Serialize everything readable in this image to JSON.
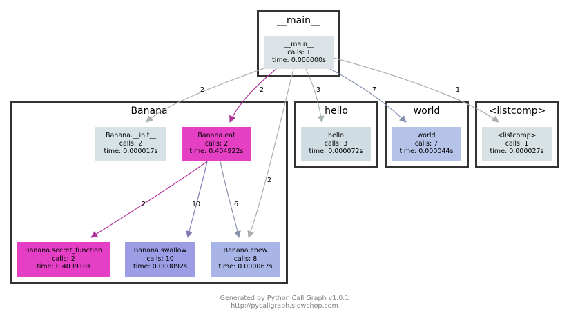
{
  "clusters": {
    "main": {
      "title": "__main__"
    },
    "banana": {
      "title": "Banana"
    },
    "hello": {
      "title": "hello"
    },
    "world": {
      "title": "world"
    },
    "listcomp": {
      "title": "<listcomp>"
    }
  },
  "nodes": {
    "main": {
      "name": "__main__",
      "calls": "calls: 1",
      "time": "time: 0.000000s",
      "color": "#dbe3e6"
    },
    "banana_init": {
      "name": "Banana.__init__",
      "calls": "calls: 2",
      "time": "time: 0.000017s",
      "color": "#d6e2e6"
    },
    "banana_eat": {
      "name": "Banana.eat",
      "calls": "calls: 2",
      "time": "time: 0.404922s",
      "color": "#e53fc4"
    },
    "hello": {
      "name": "hello",
      "calls": "calls: 3",
      "time": "time: 0.000072s",
      "color": "#cfdde3"
    },
    "world": {
      "name": "world",
      "calls": "calls: 7",
      "time": "time: 0.000044s",
      "color": "#b5c3e8"
    },
    "listcomp": {
      "name": "<listcomp>",
      "calls": "calls: 1",
      "time": "time: 0.000027s",
      "color": "#d8e1e4"
    },
    "banana_secret": {
      "name": "Banana.secret_function",
      "calls": "calls: 2",
      "time": "time: 0.403918s",
      "color": "#e53fc6"
    },
    "banana_swallow": {
      "name": "Banana.swallow",
      "calls": "calls: 10",
      "time": "time: 0.000092s",
      "color": "#9d9de6"
    },
    "banana_chew": {
      "name": "Banana.chew",
      "calls": "calls: 8",
      "time": "time: 0.000067s",
      "color": "#a9b5e6"
    }
  },
  "edges": [
    {
      "from": "main",
      "to": "banana_init",
      "label": "2",
      "color": "#a9afb2"
    },
    {
      "from": "main",
      "to": "banana_eat",
      "label": "2",
      "color": "#b0309a"
    },
    {
      "from": "main",
      "to": "hello",
      "label": "3",
      "color": "#a7b4b6"
    },
    {
      "from": "main",
      "to": "world",
      "label": "7",
      "color": "#8591b3"
    },
    {
      "from": "main",
      "to": "listcomp",
      "label": "1",
      "color": "#a7adb0"
    },
    {
      "from": "main",
      "to": "banana_chew",
      "label": "2",
      "color": "#a9aeb2"
    },
    {
      "from": "banana_eat",
      "to": "banana_secret",
      "label": "2",
      "color": "#b0309a"
    },
    {
      "from": "banana_eat",
      "to": "banana_swallow",
      "label": "10",
      "color": "#7f79b5"
    },
    {
      "from": "banana_eat",
      "to": "banana_chew",
      "label": "6",
      "color": "#8892ab"
    }
  ],
  "footer": {
    "line1": "Generated by Python Call Graph v1.0.1",
    "line2": "http://pycallgraph.slowchop.com"
  }
}
